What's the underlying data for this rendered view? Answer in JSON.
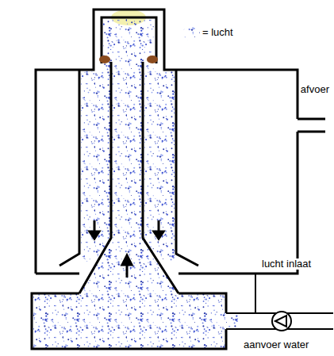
{
  "diagram": {
    "labels": [
      "afvoer",
      "lucht inlaat",
      "aanvoer water"
    ],
    "legend": [
      {
        "text": "= lucht"
      }
    ]
  }
}
